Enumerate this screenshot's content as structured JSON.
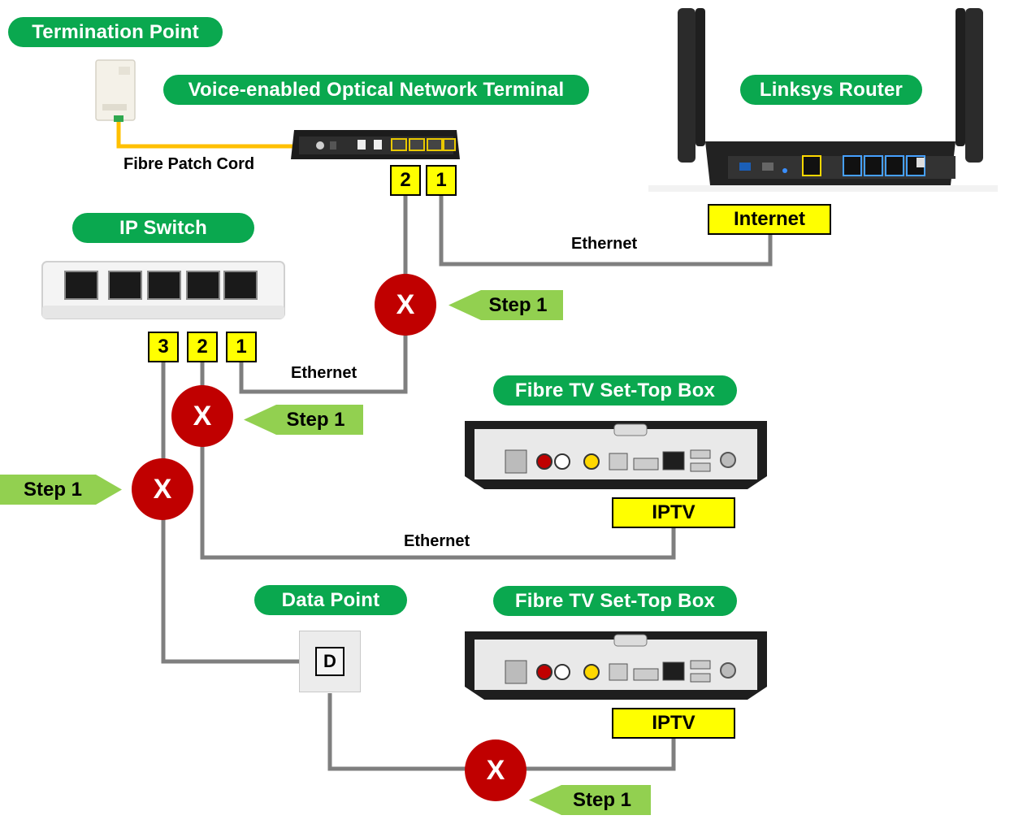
{
  "labels": {
    "termination_point": "Termination Point",
    "ont": "Voice-enabled Optical Network Terminal",
    "router": "Linksys Router",
    "ip_switch": "IP Switch",
    "stb_1": "Fibre TV Set-Top Box",
    "stb_2": "Fibre TV Set-Top Box",
    "data_point": "Data Point"
  },
  "ports": {
    "ont_2": "2",
    "ont_1": "1",
    "switch_3": "3",
    "switch_2": "2",
    "switch_1": "1"
  },
  "tags": {
    "internet": "Internet",
    "iptv_1": "IPTV",
    "iptv_2": "IPTV",
    "data_point_letter": "D"
  },
  "cables": {
    "fibre_patch_cord": "Fibre Patch Cord",
    "ethernet_router": "Ethernet",
    "ethernet_switch": "Ethernet",
    "ethernet_stb": "Ethernet"
  },
  "marks": {
    "x": "X",
    "step": "Step 1"
  },
  "colors": {
    "pill_green": "#0aa84f",
    "step_green": "#92d050",
    "port_yellow": "#ffff00",
    "disconnect_red": "#c00000",
    "fibre_cable": "#ffc000",
    "ethernet_cable": "#7f7f7f"
  }
}
